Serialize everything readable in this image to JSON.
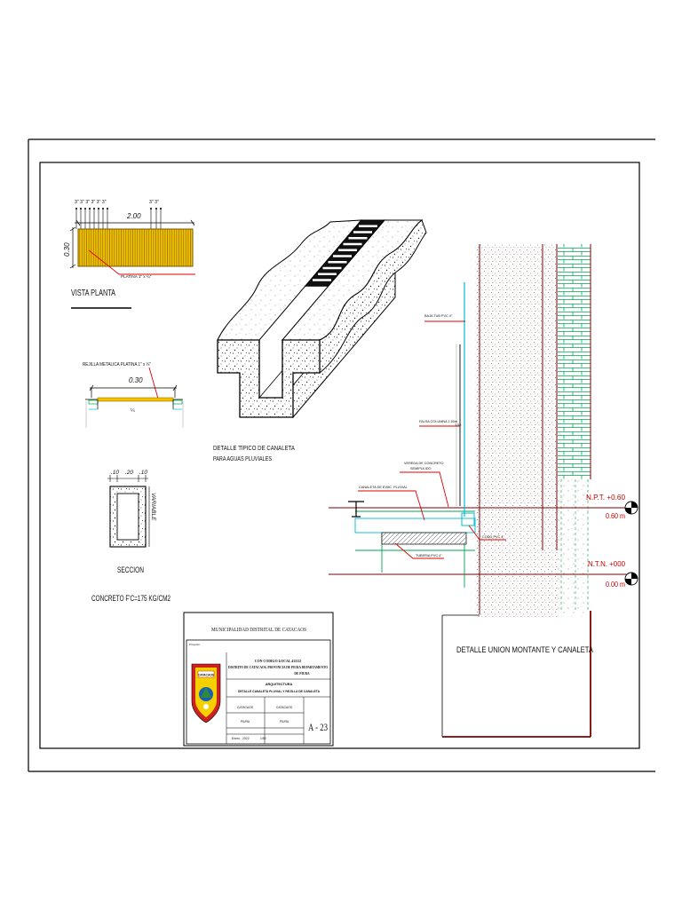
{
  "plan": {
    "title": "VISTA PLANTA",
    "width_dim": "2.00",
    "depth_dim": "0.30",
    "bar_spacing_left": "3\" 3\" 3\" 3\" 3\" 3\"",
    "bar_spacing_right": "3\" 3\"",
    "platina_label": "PLATINA 1\" x ¼\""
  },
  "grate_profile": {
    "label": "REJILLA METALICA PLATINA 1\" x ¼\"",
    "width_dim": "0.30",
    "thickness": "¼"
  },
  "isometric": {
    "title_line1": "DETALLE TIPICO DE CANALETA",
    "title_line2": "PARA AGUAS PLUVIALES"
  },
  "section": {
    "dim_left": ".10",
    "dim_center": ".20",
    "dim_right": ".10",
    "height_label": "VARIABLE",
    "title": "SECCION",
    "material": "CONCRETO F'C=175 KG/CM2"
  },
  "union_detail": {
    "downpipe_label": "BAJA TUB PVC 4\"",
    "false_column_label": "FALSA COLUMNA 1.50m",
    "false_column_height": "1.50",
    "sidewalk_label_line1": "VEREDA DE CONCRETO",
    "sidewalk_label_line2": "SEMIPULIDO",
    "channel_label": "CANALETA DE EVAC. PLUVIAL",
    "elbow_label": "CODO PVC 4\"",
    "pipe_label": "TUBERIA PVC 4\"",
    "title": "DETALLE UNION MONTANTE Y CANALETA"
  },
  "levels": [
    {
      "name": "N.P.T. +0.60",
      "value": "0.60 m"
    },
    {
      "name": "N.T.N. +000",
      "value": "0.00 m"
    }
  ],
  "title_block": {
    "entity": "MUNICIPALIDAD DISTRITAL DE CATACAOS",
    "project_caption": "Proyecto:",
    "code_line": "CON CODIGO LOCAL 411112",
    "location_line1": "DISTRITO DE CATACAOS, PROVINCIA DE PIURA DEPARTAMENTO",
    "location_line2": "DE PIURA",
    "discipline": "ARQUITECTURA",
    "sheet_title": "DETALLE CANALETA PLUVIAL Y REJILLA DE CANALETA",
    "district_1": "CATACAOS",
    "district_2": "CATACAOS",
    "province_1": "PIURA",
    "province_2": "PIURA",
    "date": "Enero - 2022",
    "scale": "1/50",
    "sheet_number": "A - 23",
    "crest_label": "CATACAOS"
  },
  "colors": {
    "grating": "#f2c200",
    "leader": "#e00000",
    "level": "#c80000",
    "darkred": "#7a0000",
    "green": "#00a651",
    "cyan": "#00bcd8"
  }
}
